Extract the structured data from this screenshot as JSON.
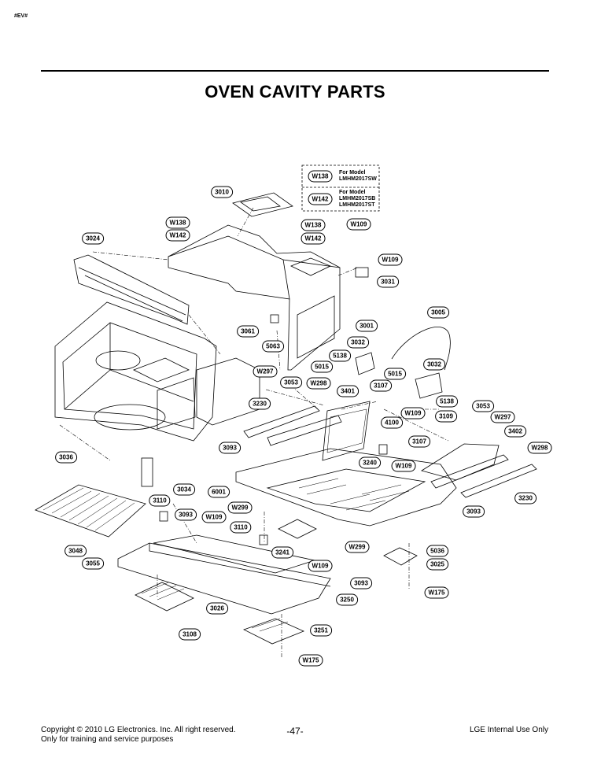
{
  "marker": "#EV#",
  "title": "OVEN CAVITY PARTS",
  "model_box": {
    "label1": "For Model",
    "model1": "LMHM2017SW",
    "label2": "For Model",
    "models2": [
      "LMHM2017SB",
      "LMHM2017ST"
    ]
  },
  "callouts": [
    "W138",
    "W142",
    "3010",
    "W138",
    "W142",
    "W138",
    "W142",
    "W109",
    "3024",
    "W109",
    "3031",
    "3061",
    "3001",
    "3005",
    "5063",
    "3032",
    "5138",
    "5015",
    "5015",
    "3032",
    "W297",
    "3053",
    "W298",
    "3401",
    "3107",
    "5138",
    "3230",
    "W109",
    "3053",
    "3109",
    "W297",
    "4100",
    "3402",
    "3093",
    "3107",
    "W298",
    "3240",
    "W109",
    "3036",
    "3034",
    "6001",
    "3230",
    "3110",
    "3093",
    "W109",
    "W299",
    "3093",
    "3110",
    "3048",
    "3241",
    "W299",
    "5036",
    "3055",
    "W109",
    "3025",
    "3093",
    "3250",
    "W175",
    "3026",
    "3108",
    "3251",
    "W175"
  ],
  "footer": {
    "copyright": "Copyright © 2010 LG Electronics. Inc. All right reserved.",
    "training": "Only for training and service purposes",
    "page": "-47-",
    "internal": "LGE Internal Use Only"
  }
}
